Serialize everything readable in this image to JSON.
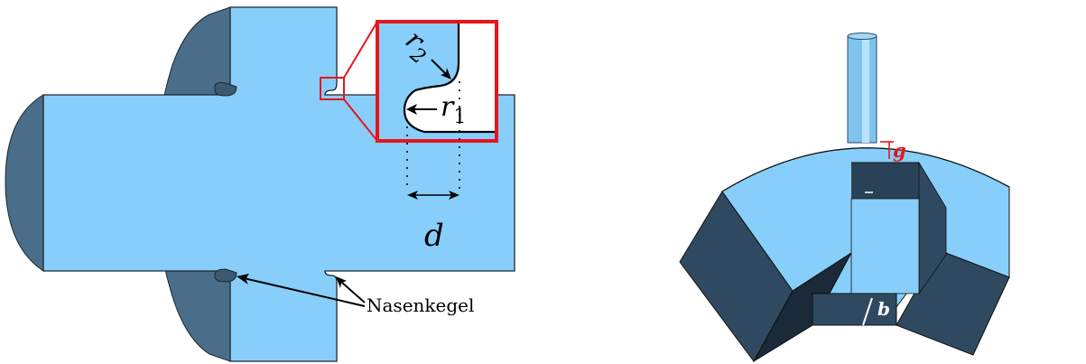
{
  "figure": {
    "left_panel": {
      "labels": {
        "r2": "r",
        "r2_sub": "2",
        "r1": "r",
        "r1_sub": "1",
        "d": "d",
        "nasenkegel": "Nasenkegel"
      },
      "colors": {
        "part_fill": "#87CEFA",
        "part_shadow": "#4A6E89",
        "part_edge": "#1d2630",
        "highlight_box": "#E8151B",
        "annotation": "#000000"
      }
    },
    "right_panel": {
      "labels": {
        "g": "g",
        "b": "b"
      },
      "colors": {
        "face_light": "#87CEFA",
        "face_dark": "#2F4A60",
        "face_darker": "#243848",
        "gap_label": "#E8151B",
        "b_label": "#ffffff"
      }
    }
  }
}
